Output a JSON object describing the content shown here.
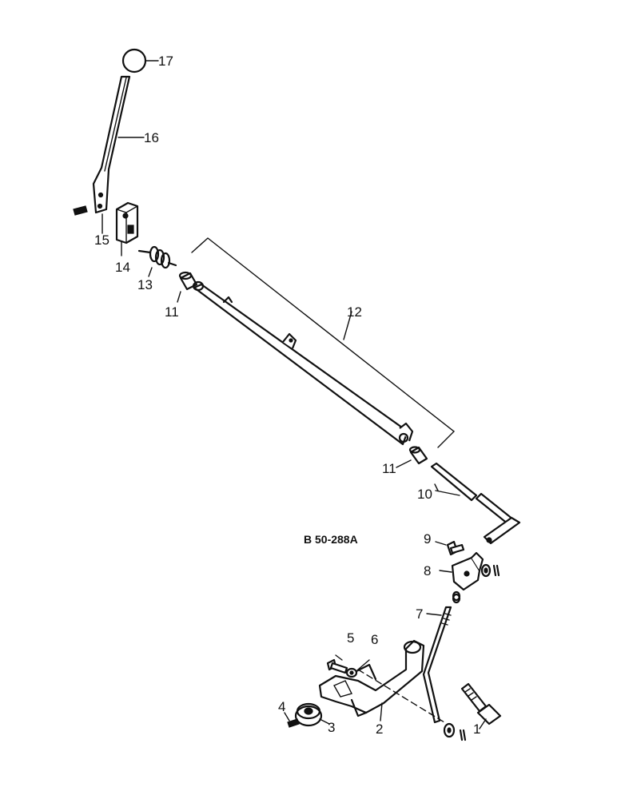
{
  "diagram": {
    "reference_code": "B 50-288A",
    "callouts": [
      "1",
      "2",
      "3",
      "4",
      "5",
      "6",
      "7",
      "8",
      "9",
      "10",
      "11",
      "11",
      "12",
      "13",
      "14",
      "15",
      "16",
      "17"
    ]
  }
}
